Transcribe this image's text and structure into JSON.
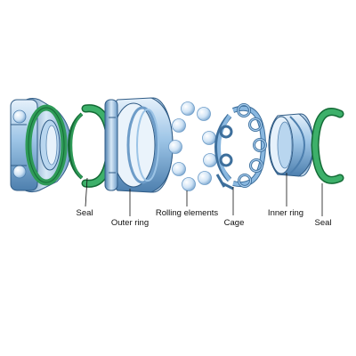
{
  "labels": {
    "seal_left": "Seal",
    "outer_ring": "Outer ring",
    "rolling_elements": "Rolling elements",
    "cage": "Cage",
    "inner_ring": "Inner ring",
    "seal_right": "Seal"
  },
  "colors": {
    "steel_blue": "#8ab8e0",
    "steel_light": "#cfe3f5",
    "steel_dark": "#3d6f9c",
    "seal_green": "#2e9a57",
    "seal_dark": "#146b36",
    "ball": "#dcecfa",
    "cage_blue": "#6fa6d6"
  }
}
